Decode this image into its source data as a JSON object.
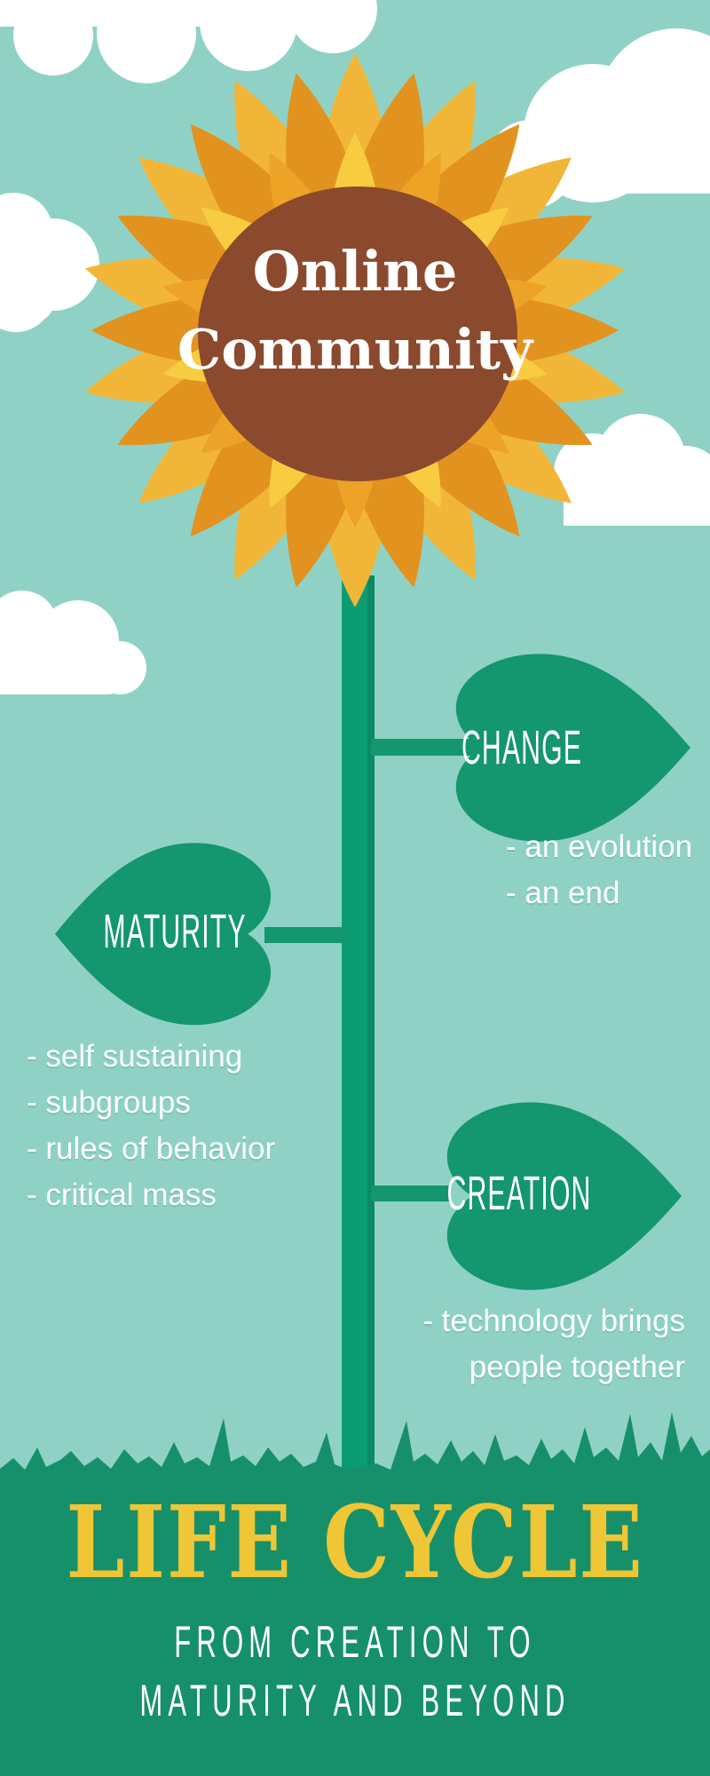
{
  "flower": {
    "title_line1": "Online",
    "title_line2": "Community"
  },
  "stages": [
    {
      "id": "change",
      "label": "CHANGE",
      "side": "right",
      "notes": [
        "- an evolution",
        "- an end"
      ]
    },
    {
      "id": "maturity",
      "label": "MATURITY",
      "side": "left",
      "notes": [
        "- self sustaining",
        "- subgroups",
        "- rules of behavior",
        "- critical mass"
      ]
    },
    {
      "id": "creation",
      "label": "CREATION",
      "side": "right",
      "notes": [
        "- technology brings",
        "people together"
      ]
    }
  ],
  "footer": {
    "title": "LIFE CYCLE",
    "subtitle_line1": "FROM CREATION TO",
    "subtitle_line2": "MATURITY AND BEYOND"
  },
  "colors": {
    "sky": "#8FD2C5",
    "cloud": "#FFFFFF",
    "leaf": "#14966F",
    "stem": "#0C9C74",
    "stemShade": "#0A8A66",
    "grass": "#16906A",
    "brown": "#8B4A2D",
    "petalGold": "#F1B637",
    "petalOrange": "#E2931F",
    "petalYellow": "#F8CC41",
    "petalDeep": "#EDA326",
    "titleYellow": "#EFC636",
    "text": "#FFFFFF"
  }
}
